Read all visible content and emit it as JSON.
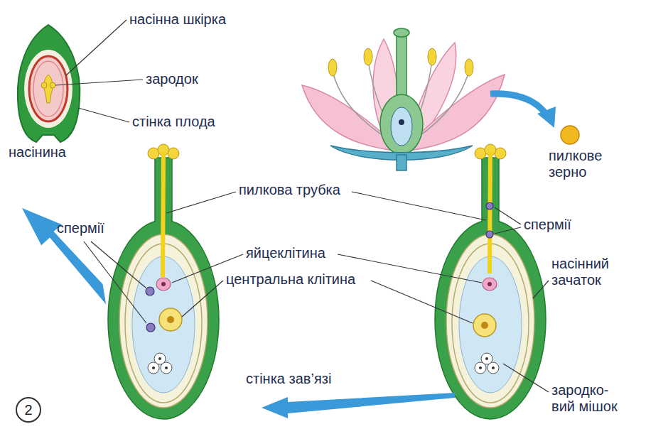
{
  "diagram": {
    "nodes": [
      {
        "text": [
          "2"
        ]
      }
    ],
    "labels": [
      "насінна шкірка",
      "зародок",
      "стінка плода",
      "насінина",
      "пилкове зерно",
      "спермії",
      "пилкова трубка",
      "спермії",
      "яйцеклітина",
      "центральна клітина",
      "насінний зачаток",
      "стінка зав’язі",
      "зародко- вий мішок"
    ]
  }
}
